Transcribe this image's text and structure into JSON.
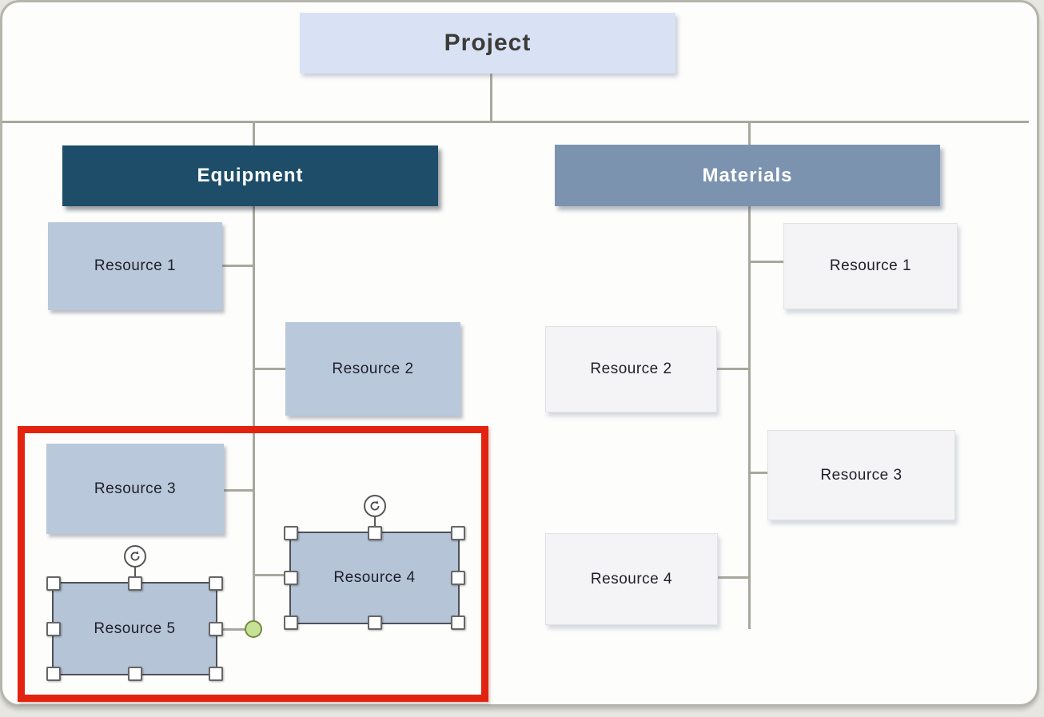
{
  "diagram": {
    "root": {
      "label": "Project"
    },
    "branches": [
      {
        "label": "Equipment",
        "children": [
          {
            "label": "Resource 1"
          },
          {
            "label": "Resource 2"
          },
          {
            "label": "Resource 3"
          },
          {
            "label": "Resource 4",
            "selected": true
          },
          {
            "label": "Resource 5",
            "selected": true
          }
        ]
      },
      {
        "label": "Materials",
        "children": [
          {
            "label": "Resource 1"
          },
          {
            "label": "Resource 2"
          },
          {
            "label": "Resource 3"
          },
          {
            "label": "Resource 4"
          }
        ]
      }
    ]
  },
  "selection": {
    "selected_shapes": [
      "Resource 4",
      "Resource 5"
    ],
    "rotate_icon": "rotate-clockwise-icon",
    "connection_point": "green-circle"
  },
  "colors": {
    "project_box": "#d9e2f4",
    "equipment_header": "#1d4d68",
    "materials_header": "#7b93af",
    "equipment_box": "#b9c8da",
    "selected_box": "#b5c4d7",
    "materials_box": "#f4f4f6",
    "connector_line": "#a7a79d",
    "annotation_red": "#e2230f",
    "connection_point_green": "#c6e294"
  }
}
